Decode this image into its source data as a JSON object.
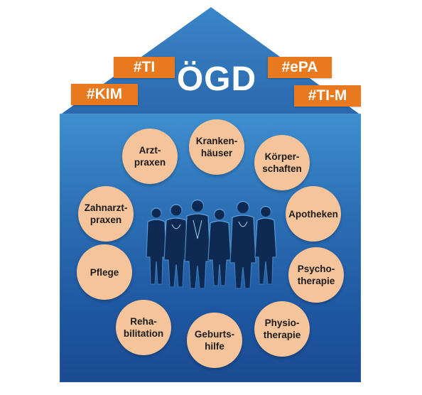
{
  "title": "ÖGD",
  "tags": {
    "kim": "#KIM",
    "ti": "#TI",
    "epa": "#ePA",
    "tim": "#TI-M"
  },
  "nodes": {
    "arztpraxen": "Arzt-\npraxen",
    "krankenhaeuser": "Kranken-\nhäuser",
    "koerperschaften": "Körper-\nschaften",
    "zahnarztpraxen": "Zahnarzt-\npraxen",
    "apotheken": "Apotheken",
    "pflege": "Pflege",
    "psychotherapie": "Psycho-\ntherapie",
    "rehabilitation": "Reha-\nbilitation",
    "geburtshilfe": "Geburts-\nhilfe",
    "physiotherapie": "Physio-\ntherapie"
  },
  "colors": {
    "roof": "#2e6fb4",
    "body_top": "#3f8fcf",
    "body_bottom": "#1a4b92",
    "tag": "#e8791e",
    "circle": "#f6c49a"
  },
  "icons": {
    "people": "medical-staff-silhouettes-icon"
  }
}
